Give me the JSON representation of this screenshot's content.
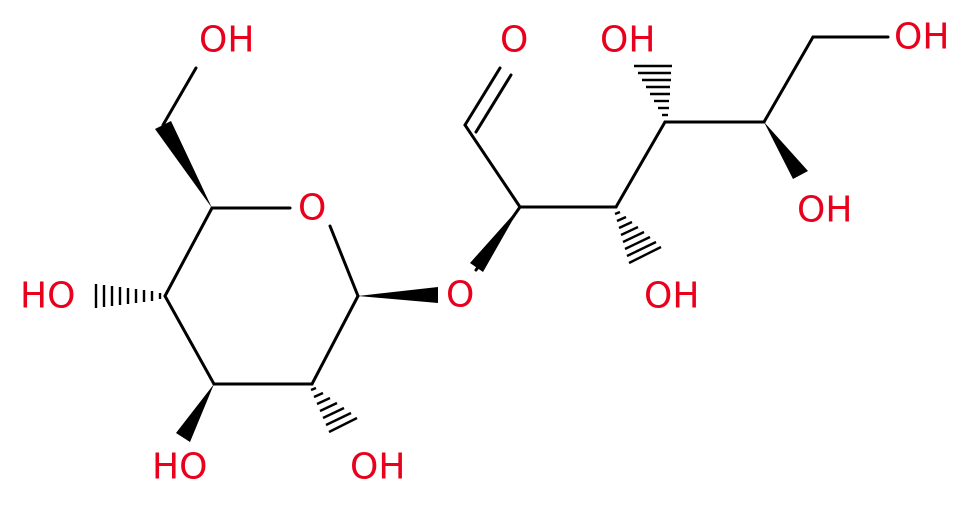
{
  "colors": {
    "bond": "#000000",
    "heteroatom": "#e8001c",
    "background": "#ffffff"
  },
  "labels": {
    "oh_hydroxymethyl": "OH",
    "ring_oxygen": "O",
    "oh_c4_ring": "HO",
    "oh_c3_ring": "HO",
    "oh_c2_ring": "OH",
    "glycosidic_oxygen": "O",
    "aldehyde_oxygen": "O",
    "oh_chain_c3": "OH",
    "oh_chain_c4": "OH",
    "oh_chain_c5": "OH",
    "oh_chain_c6": "OH"
  }
}
